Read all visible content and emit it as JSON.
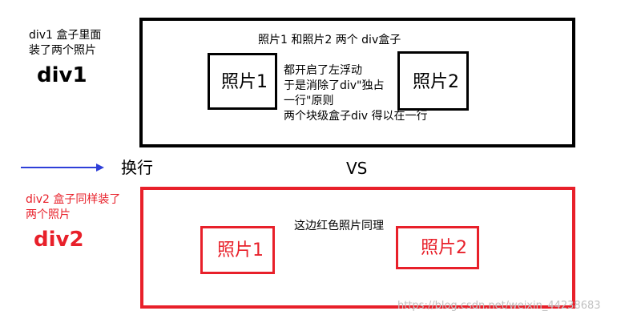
{
  "colors": {
    "black": "#000000",
    "red": "#e8202a",
    "blue": "#2e3fd8",
    "watermark": "#c0c0c0"
  },
  "top": {
    "side_line1": "div1 盒子里面",
    "side_line2": "装了两个照片",
    "side_title": "div1",
    "inner_title": "照片1 和照片2 两个 div盒子",
    "photo1": "照片1",
    "photo2": "照片2",
    "explain": [
      "都开启了左浮动",
      "于是消除了div\"独占",
      "一行\"原则",
      "两个块级盒子div 得以在一行"
    ]
  },
  "middle": {
    "newline_label": "换行",
    "vs_label": "VS"
  },
  "bottom": {
    "side_line1": "div2 盒子同样装了",
    "side_line2": "两个照片",
    "side_title": "div2",
    "note": "这边红色照片同理",
    "photo1": "照片1",
    "photo2": "照片2"
  },
  "watermark": "https://blog.csdn.net/weixin_44238683"
}
